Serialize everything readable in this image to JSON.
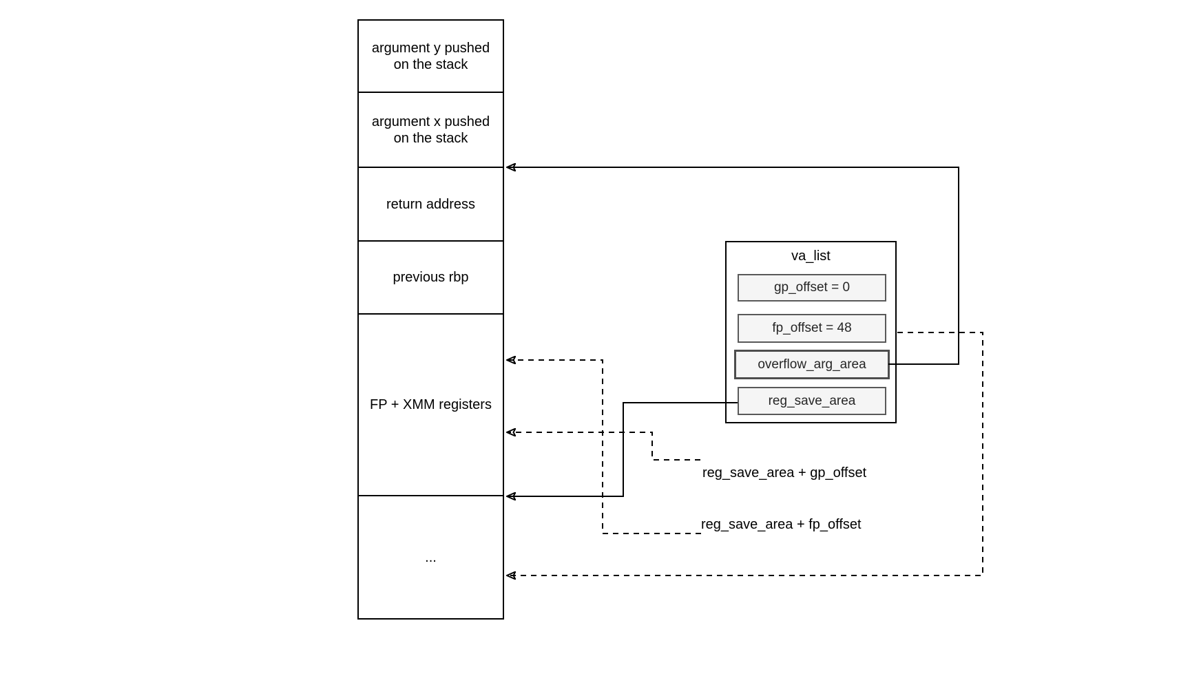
{
  "colors": {
    "background": "#ffffff",
    "stroke": "#000000",
    "field_fill": "#f5f5f5",
    "field_border": "#595959",
    "overflow_field_border": "#4d4d4d"
  },
  "stack": {
    "rows": [
      {
        "label": "argument y pushed on the stack"
      },
      {
        "label": "argument x pushed on the stack"
      },
      {
        "label": "return address"
      },
      {
        "label": "previous rbp"
      },
      {
        "label": "FP + XMM registers"
      },
      {
        "label": "..."
      }
    ]
  },
  "va_list": {
    "title": "va_list",
    "fields": [
      {
        "label": "gp_offset = 0"
      },
      {
        "label": "fp_offset = 48"
      },
      {
        "label": "overflow_arg_area"
      },
      {
        "label": "reg_save_area"
      }
    ]
  },
  "annotations": [
    {
      "label": "reg_save_area + gp_offset"
    },
    {
      "label": "reg_save_area + fp_offset"
    }
  ]
}
